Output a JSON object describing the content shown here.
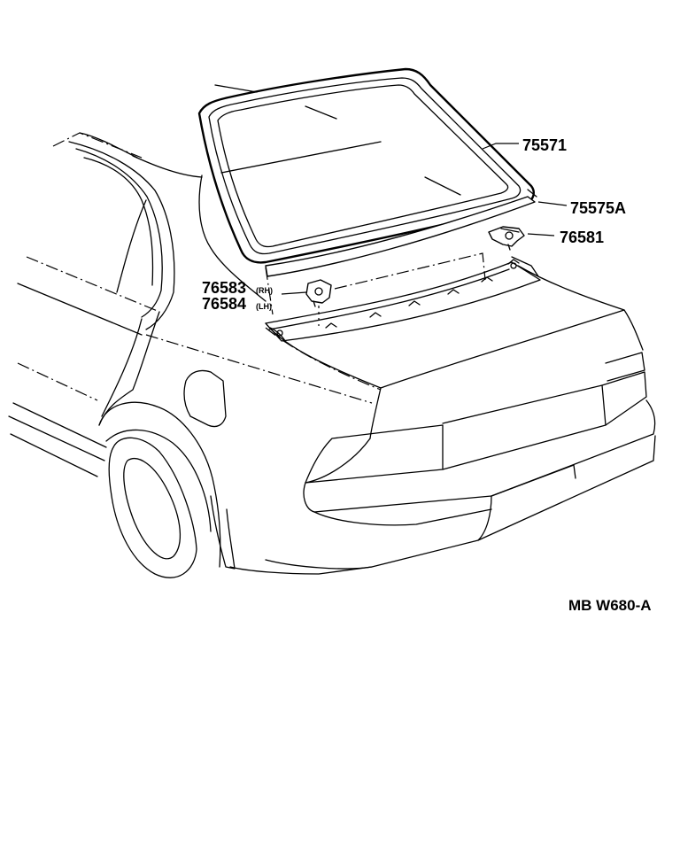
{
  "parts": [
    {
      "id": "window-glass-weatherstrip",
      "number": "75571",
      "suffix": ""
    },
    {
      "id": "back-window-moulding",
      "number": "75575A",
      "suffix": ""
    },
    {
      "id": "moulding-clip",
      "number": "76581",
      "suffix": ""
    },
    {
      "id": "moulding-retainer-rh",
      "number": "76583",
      "suffix": "(RH)"
    },
    {
      "id": "moulding-retainer-lh",
      "number": "76584",
      "suffix": "(LH)"
    }
  ],
  "diagram_code": "MB W680-A"
}
